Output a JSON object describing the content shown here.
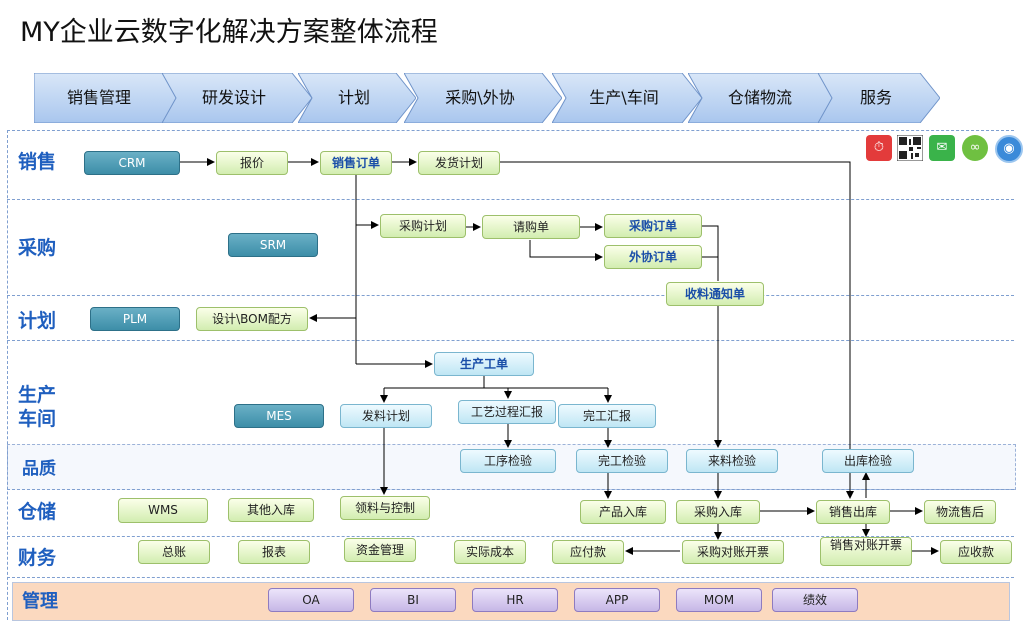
{
  "title": "MY企业云数字化解决方案整体流程",
  "phases": [
    "销售管理",
    "研发设计",
    "计划",
    "采购\\外协",
    "生产\\车间",
    "仓储物流",
    "服务"
  ],
  "lanes": {
    "sales": "销售",
    "purchase": "采购",
    "plan": "计划",
    "production": "生产\n车间",
    "quality": "品质",
    "warehouse": "仓储",
    "finance": "财务",
    "management": "管理"
  },
  "nodes": {
    "crm": "CRM",
    "quote": "报价",
    "sales_order": "销售订单",
    "ship_plan": "发货计划",
    "srm": "SRM",
    "purchase_plan": "采购计划",
    "requisition": "请购单",
    "purchase_order": "采购订单",
    "outsource_order": "外协订单",
    "receive_notice": "收料通知单",
    "plm": "PLM",
    "bom_design": "设计\\BOM配方",
    "work_order": "生产工单",
    "mes": "MES",
    "issue_plan": "发料计划",
    "process_report": "工艺过程汇报",
    "finish_report": "完工汇报",
    "process_check": "工序检验",
    "finish_check": "完工检验",
    "incoming_check": "来料检验",
    "outbound_check": "出库检验",
    "wms": "WMS",
    "other_in": "其他入库",
    "material_control": "领料与控制",
    "product_in": "产品入库",
    "purchase_in": "采购入库",
    "sales_out": "销售出库",
    "after_sales": "物流售后",
    "ledger": "总账",
    "reports": "报表",
    "fund_mgmt": "资金管理",
    "actual_cost": "实际成本",
    "payable": "应付款",
    "purchase_invoice": "采购对账开票",
    "sales_invoice": "销售对账开票",
    "receivable": "应收款",
    "oa": "OA",
    "bi": "BI",
    "hr": "HR",
    "app": "APP",
    "mom": "MOM",
    "kpi": "绩效"
  },
  "colors": {
    "lane_text": "#1f5fbf",
    "band_line": "#7f9fd0",
    "management_band": "#fbd9bf",
    "arrow": "#000000"
  },
  "icons": [
    "timer-icon",
    "qrcode-icon",
    "wechat-icon",
    "link-icon",
    "camera-icon"
  ]
}
